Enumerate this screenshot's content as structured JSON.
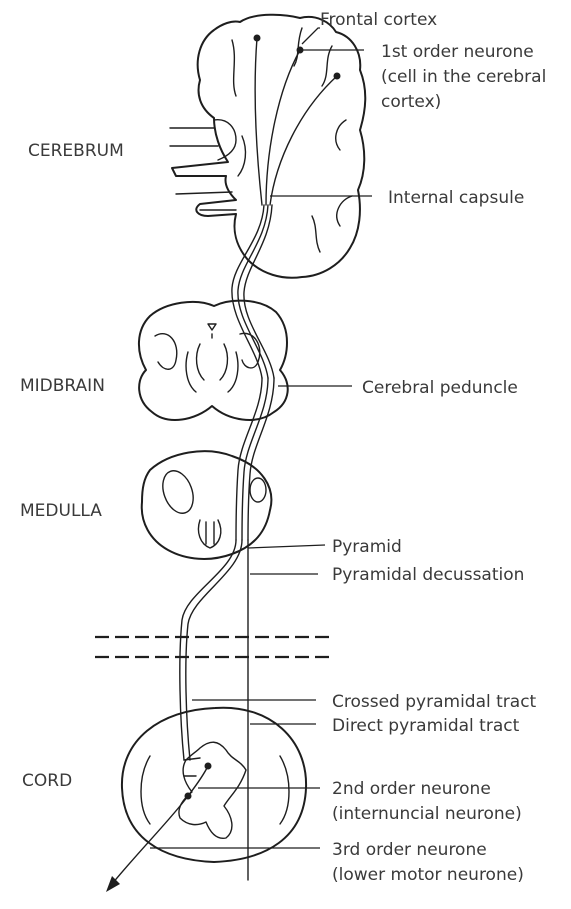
{
  "labels": {
    "frontal_cortex": "Frontal cortex",
    "first_order_line1": "1st order neurone",
    "first_order_line2": "(cell in the cerebral",
    "first_order_line3": "cortex)",
    "cerebrum": "CEREBRUM",
    "internal_capsule": "Internal capsule",
    "midbrain": "MIDBRAIN",
    "cerebral_peduncle": "Cerebral peduncle",
    "medulla": "MEDULLA",
    "pyramid": "Pyramid",
    "pyramidal_decussation": "Pyramidal decussation",
    "crossed_pyramidal_tract": "Crossed pyramidal tract",
    "direct_pyramidal_tract": "Direct pyramidal tract",
    "cord": "CORD",
    "second_order_line1": "2nd order neurone",
    "second_order_line2": "(internuncial neurone)",
    "third_order_line1": "3rd order neurone",
    "third_order_line2": "(lower motor neurone)"
  }
}
